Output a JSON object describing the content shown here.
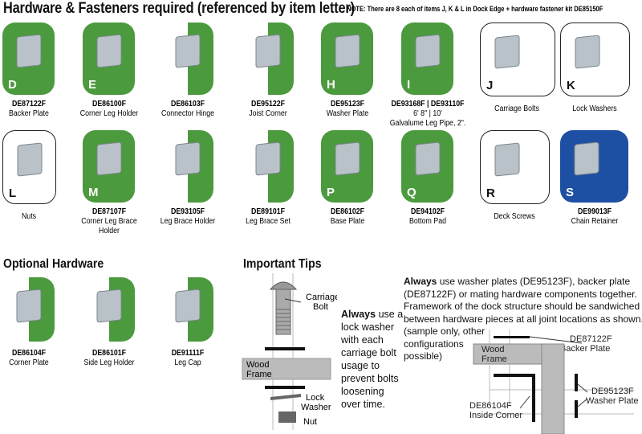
{
  "header": {
    "title": "Hardware & Fasteners required (referenced by item letter)",
    "note": "NOTE: There are 8 each of items J, K & L in Dock Edge + hardware fastener kit DE85150F"
  },
  "required_items": [
    {
      "letter": "D",
      "code": "DE87122F",
      "name": "Backer Plate",
      "style": "full",
      "icon": "backer-plate-icon"
    },
    {
      "letter": "E",
      "code": "DE86100F",
      "name": "Corner Leg Holder",
      "style": "full",
      "icon": "corner-leg-holder-icon"
    },
    {
      "letter": "",
      "code": "DE86103F",
      "name": "Connector Hinge",
      "style": "half",
      "icon": "connector-hinge-icon"
    },
    {
      "letter": "",
      "code": "DE95122F",
      "name": "Joist Corner",
      "style": "half",
      "icon": "joist-corner-icon"
    },
    {
      "letter": "H",
      "code": "DE95123F",
      "name": "Washer Plate",
      "style": "full",
      "icon": "washer-plate-icon"
    },
    {
      "letter": "I",
      "code": "DE93168F | DE93110F",
      "name": "6' 8\" | 10'",
      "extra": "Galvalume Leg Pipe, 2\".",
      "style": "full",
      "icon": "leg-pipe-icon"
    },
    {
      "letter": "J",
      "code": "",
      "name": "Carriage Bolts",
      "style": "out",
      "icon": "carriage-bolt-icon"
    },
    {
      "letter": "K",
      "code": "",
      "name": "Lock Washers",
      "style": "out",
      "icon": "lock-washer-icon"
    },
    {
      "letter": "L",
      "code": "",
      "name": "Nuts",
      "style": "out",
      "icon": "nut-icon"
    },
    {
      "letter": "M",
      "code": "DE87107F",
      "name": "Corner Leg Brace Holder",
      "style": "full",
      "icon": "corner-leg-brace-holder-icon"
    },
    {
      "letter": "",
      "code": "DE93105F",
      "name": "Leg Brace Holder",
      "style": "half",
      "icon": "leg-brace-holder-icon"
    },
    {
      "letter": "",
      "code": "DE89101F",
      "name": "Leg Brace Set",
      "style": "half",
      "icon": "leg-brace-set-icon"
    },
    {
      "letter": "P",
      "code": "DE86102F",
      "name": "Base Plate",
      "style": "full",
      "icon": "base-plate-icon"
    },
    {
      "letter": "Q",
      "code": "DE94102F",
      "name": "Bottom Pad",
      "style": "full",
      "icon": "bottom-pad-icon"
    },
    {
      "letter": "R",
      "code": "",
      "name": "Deck Screws",
      "style": "out",
      "icon": "deck-screws-icon"
    },
    {
      "letter": "S",
      "code": "DE99013F",
      "name": "Chain Retainer",
      "style": "blue",
      "icon": "chain-retainer-icon"
    }
  ],
  "optional": {
    "title": "Optional Hardware",
    "items": [
      {
        "code": "DE86104F",
        "name": "Corner Plate",
        "style": "half",
        "icon": "corner-plate-icon"
      },
      {
        "code": "DE86101F",
        "name": "Side Leg Holder",
        "style": "half",
        "icon": "side-leg-holder-icon"
      },
      {
        "code": "DE91111F",
        "name": "Leg Cap",
        "style": "half",
        "icon": "leg-cap-icon"
      }
    ]
  },
  "tips": {
    "title": "Important Tips",
    "bolt_tip_bold": "Always",
    "bolt_tip_lines": [
      " use a",
      "lock washer",
      "with each",
      "carriage bolt",
      "usage to",
      "prevent bolts",
      "loosening",
      "over time."
    ],
    "bolt_labels": {
      "carriage": "Carriage",
      "bolt": "Bolt",
      "wood": "Wood",
      "frame": "Frame",
      "lock": "Lock",
      "washer": "Washer",
      "nut": "Nut"
    },
    "washer_tip_bold": "Always",
    "washer_tip_lines": [
      " use washer plates (DE95123F), backer plate",
      "(DE87122F) or mating hardware components together.",
      "Framework of the dock structure should be sandwiched",
      "between hardware pieces at all joint locations as shown."
    ],
    "sample_lines": [
      "(sample only, other",
      "configurations",
      "possible)"
    ],
    "corner_labels": {
      "backer_code": "DE87122F",
      "backer_name": "Backer Plate",
      "wood": "Wood",
      "frame": "Frame",
      "inside_code": "DE86104F",
      "inside_name": "Inside Corner",
      "washer_code": "DE95123F",
      "washer_name": "Washer Plate"
    }
  }
}
